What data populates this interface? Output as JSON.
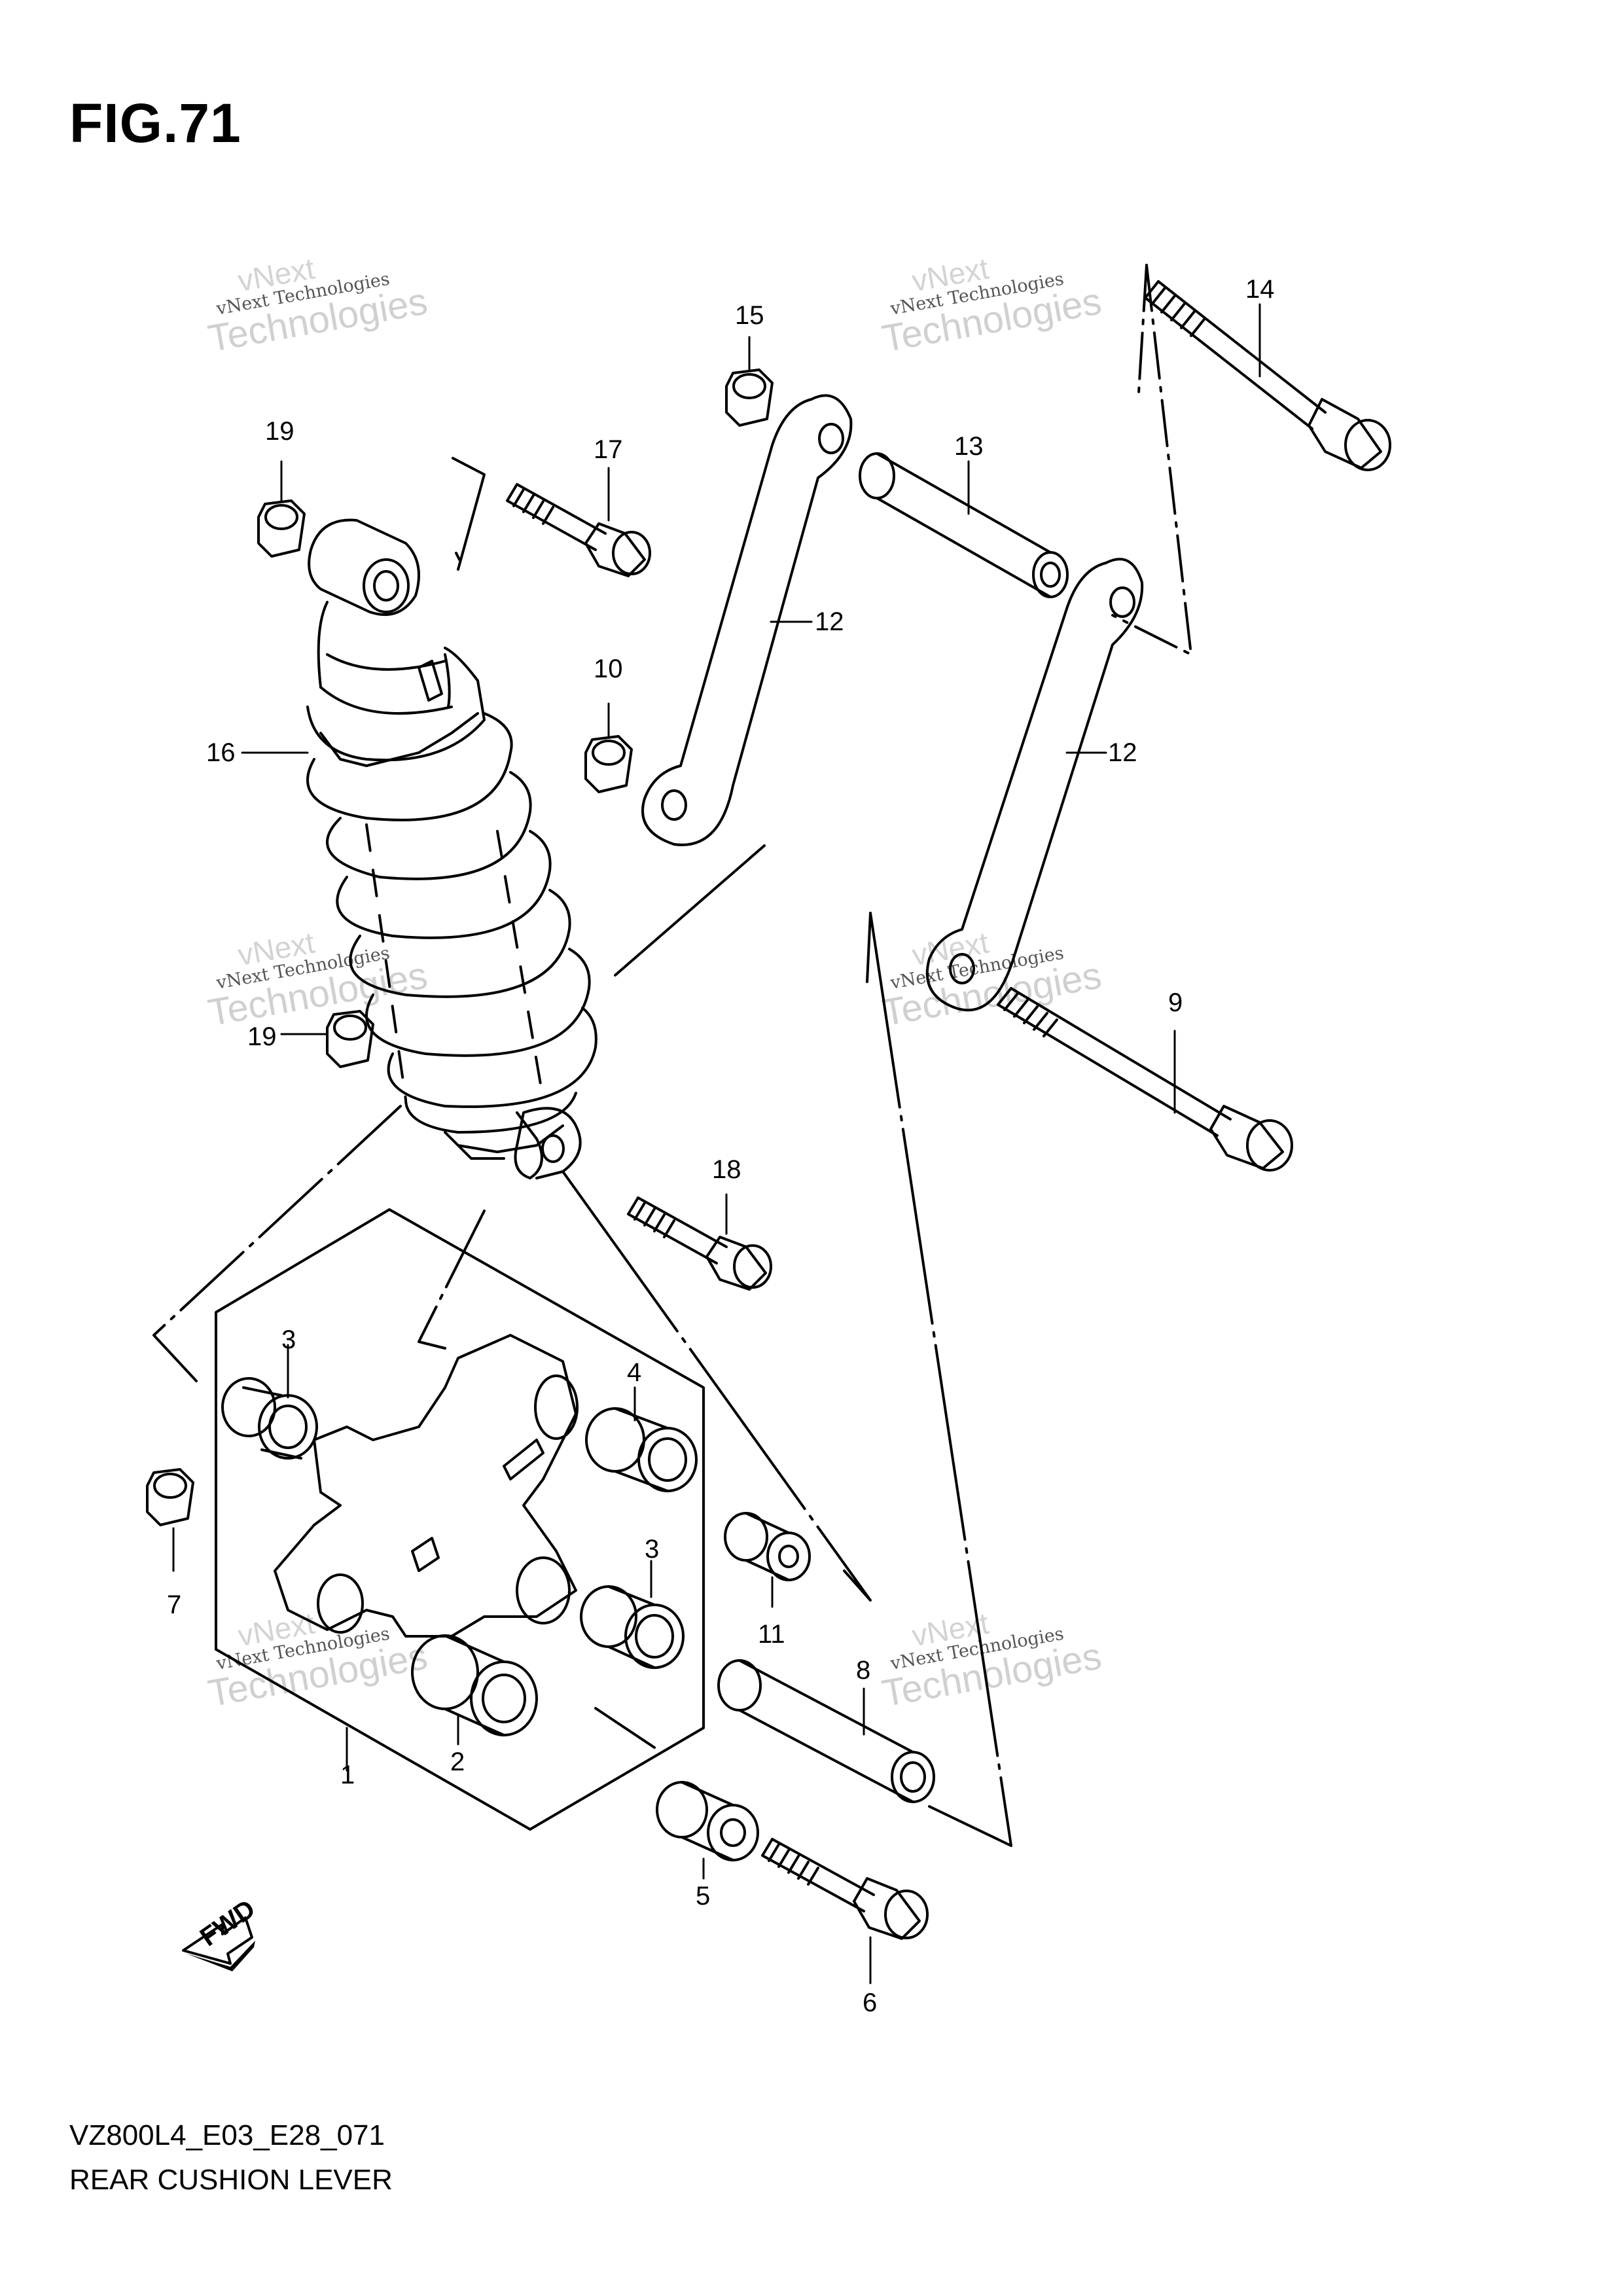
{
  "figure": {
    "title": "FIG.71",
    "code": "VZ800L4_E03_E28_071",
    "caption": "REAR CUSHION LEVER"
  },
  "watermark": {
    "small": "vNext Technologies",
    "top": "vNext",
    "large": "Technologies"
  },
  "callouts": [
    "1",
    "2",
    "3",
    "3",
    "4",
    "5",
    "6",
    "7",
    "8",
    "9",
    "10",
    "11",
    "12",
    "12",
    "13",
    "14",
    "15",
    "16",
    "17",
    "18",
    "19",
    "19"
  ],
  "fwd_label": "FWD"
}
